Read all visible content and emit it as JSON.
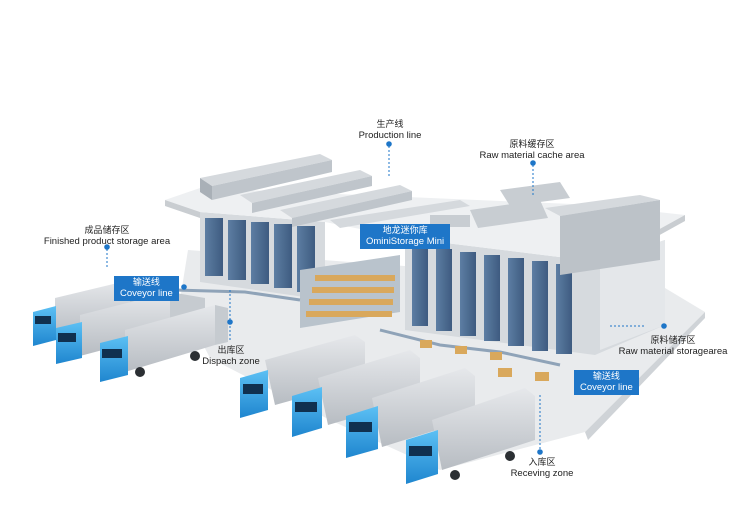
{
  "labels": {
    "production": {
      "cn": "生产线",
      "en": "Production line"
    },
    "raw_cache": {
      "cn": "原料缓存区",
      "en": "Raw material cache area"
    },
    "finished": {
      "cn": "成品储存区",
      "en": "Finished product storage area"
    },
    "omnistorage": {
      "cn": "地龙迷你库",
      "en": "OminiStorage Mini"
    },
    "conveyor_left": {
      "cn": "输送线",
      "en": "Coveyor line"
    },
    "dispatch": {
      "cn": "出库区",
      "en": "Dispach zone"
    },
    "raw_storage": {
      "cn": "原料储存区",
      "en": "Raw material storagearea"
    },
    "conveyor_right": {
      "cn": "输送线",
      "en": "Coveyor line"
    },
    "receiving": {
      "cn": "入库区",
      "en": "Receving zone"
    }
  },
  "colors": {
    "accent": "#1e76c8",
    "truck_cab": "#2f9fe4",
    "trailer": "#d4d7db",
    "platform": "#e6e8ea",
    "building": "#dde0e3",
    "racks": "#4b6a8f"
  }
}
